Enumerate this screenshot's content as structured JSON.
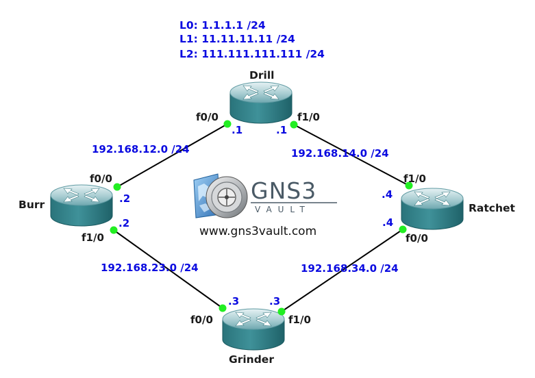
{
  "loopbacks": [
    "L0: 1.1.1.1 /24",
    "L1: 11.11.11.11 /24",
    "L2: 111.111.111.111 /24"
  ],
  "routers": {
    "drill": "Drill",
    "burr": "Burr",
    "ratchet": "Ratchet",
    "grinder": "Grinder"
  },
  "interfaces": {
    "drill_f00": "f0/0",
    "drill_f10": "f1/0",
    "burr_f00": "f0/0",
    "burr_f10": "f1/0",
    "ratchet_f10": "f1/0",
    "ratchet_f00": "f0/0",
    "grinder_f00": "f0/0",
    "grinder_f10": "f1/0"
  },
  "host_ids": {
    "drill_left": ".1",
    "drill_right": ".1",
    "burr_top": ".2",
    "burr_bottom": ".2",
    "ratchet_top": ".4",
    "ratchet_bottom": ".4",
    "grinder_left": ".3",
    "grinder_right": ".3"
  },
  "subnets": {
    "drill_burr": "192.168.12.0 /24",
    "drill_ratchet": "192.168.14.0 /24",
    "burr_grinder": "192.168.23.0 /24",
    "ratchet_grinder": "192.168.34.0 /24"
  },
  "logo": {
    "gns": "GNS3",
    "vault": "VAULT",
    "url": "www.gns3vault.com"
  },
  "colors": {
    "link": "#000000",
    "port": "#22ee22",
    "label": "#0a0ae0",
    "router_body": "#2f7f86"
  }
}
